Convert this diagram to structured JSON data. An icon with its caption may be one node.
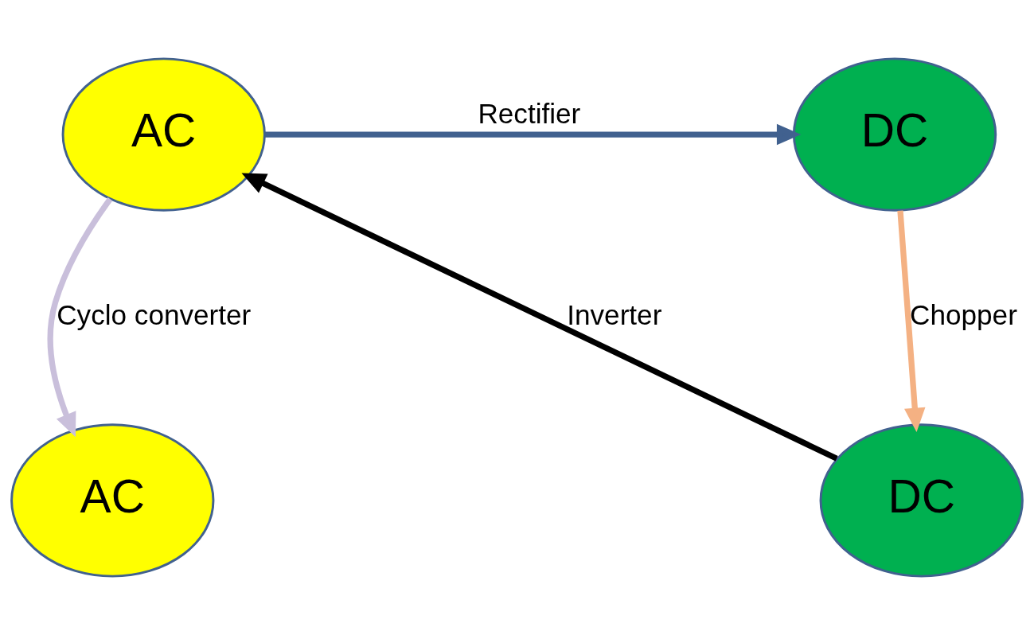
{
  "diagram": {
    "nodes": [
      {
        "text": [
          "AC"
        ]
      },
      {
        "text": [
          "DC"
        ]
      },
      {
        "text": [
          "AC"
        ]
      },
      {
        "text": [
          "DC"
        ]
      }
    ],
    "edges": [
      {
        "from": 0,
        "to": 1,
        "arrow": "to",
        "label": "Rectifier"
      },
      {
        "from": 0,
        "to": 2,
        "arrow": "to",
        "label": "Cyclo converter",
        "color": "#c9bfdb"
      },
      {
        "from": 1,
        "to": 3,
        "arrow": "to",
        "label": "Chopper",
        "color": "#f4b183"
      },
      {
        "from": 3,
        "to": 0,
        "arrow": "to",
        "label": "Inverter",
        "color": "#000000"
      }
    ]
  }
}
